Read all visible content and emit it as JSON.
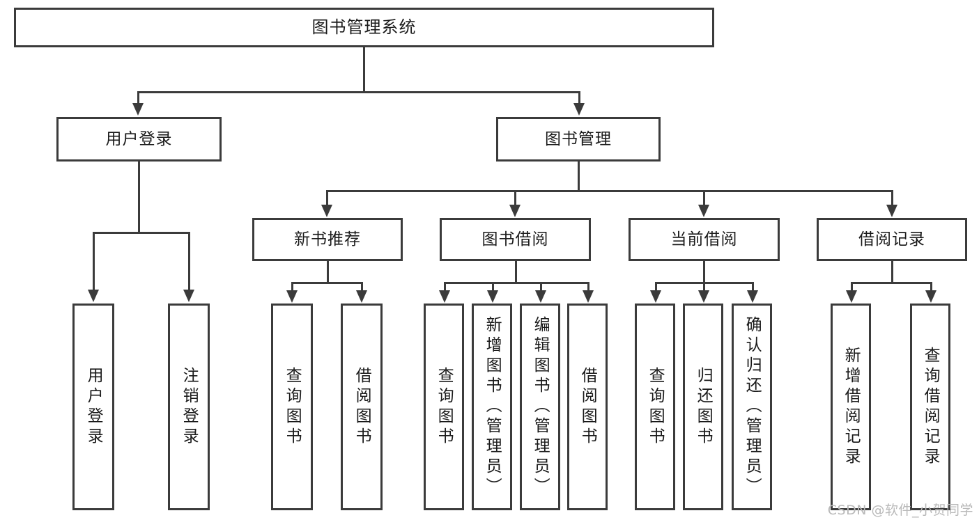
{
  "diagram": {
    "type": "tree-hierarchy",
    "title": "图书管理系统",
    "root": {
      "label": "图书管理系统",
      "level": 0
    },
    "level1": [
      {
        "label": "用户登录"
      },
      {
        "label": "图书管理"
      }
    ],
    "level2": [
      {
        "label": "新书推荐",
        "parent": "图书管理"
      },
      {
        "label": "图书借阅",
        "parent": "图书管理"
      },
      {
        "label": "当前借阅",
        "parent": "图书管理"
      },
      {
        "label": "借阅记录",
        "parent": "图书管理"
      }
    ],
    "leaves": {
      "user_login": [
        {
          "label": "用户登录"
        },
        {
          "label": "注销登录"
        }
      ],
      "new_book": [
        {
          "label": "查询图书"
        },
        {
          "label": "借阅图书"
        }
      ],
      "borrow_book": [
        {
          "label": "查询图书"
        },
        {
          "label": "新增图书（管理员）"
        },
        {
          "label": "编辑图书（管理员）"
        },
        {
          "label": "借阅图书"
        }
      ],
      "current_borrow": [
        {
          "label": "查询图书"
        },
        {
          "label": "归还图书"
        },
        {
          "label": "确认归还（管理员）"
        }
      ],
      "borrow_record": [
        {
          "label": "新增借阅记录"
        },
        {
          "label": "查询借阅记录"
        }
      ]
    }
  },
  "watermark": {
    "text": "CSDN @软件_小贺同学"
  },
  "colors": {
    "stroke": "#3b3b3b",
    "fill": "#ffffff",
    "text": "#1a1a1a",
    "watermark": "#b9b9b9"
  }
}
